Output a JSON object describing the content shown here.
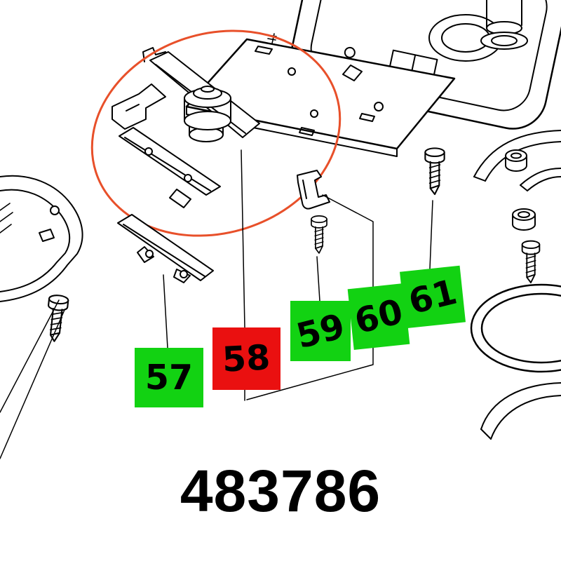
{
  "part_number": "483786",
  "labels": [
    {
      "number": "57",
      "color": "#12d212",
      "selected": false
    },
    {
      "number": "58",
      "color": "#ea1010",
      "selected": true
    },
    {
      "number": "59",
      "color": "#12d212",
      "selected": false
    },
    {
      "number": "60",
      "color": "#12d212",
      "selected": false
    },
    {
      "number": "61",
      "color": "#12d212",
      "selected": false
    }
  ],
  "colors": {
    "background": "#ffffff",
    "line_art": "#000000",
    "highlight_ellipse": "#e8502a",
    "label_text": "#000000"
  }
}
